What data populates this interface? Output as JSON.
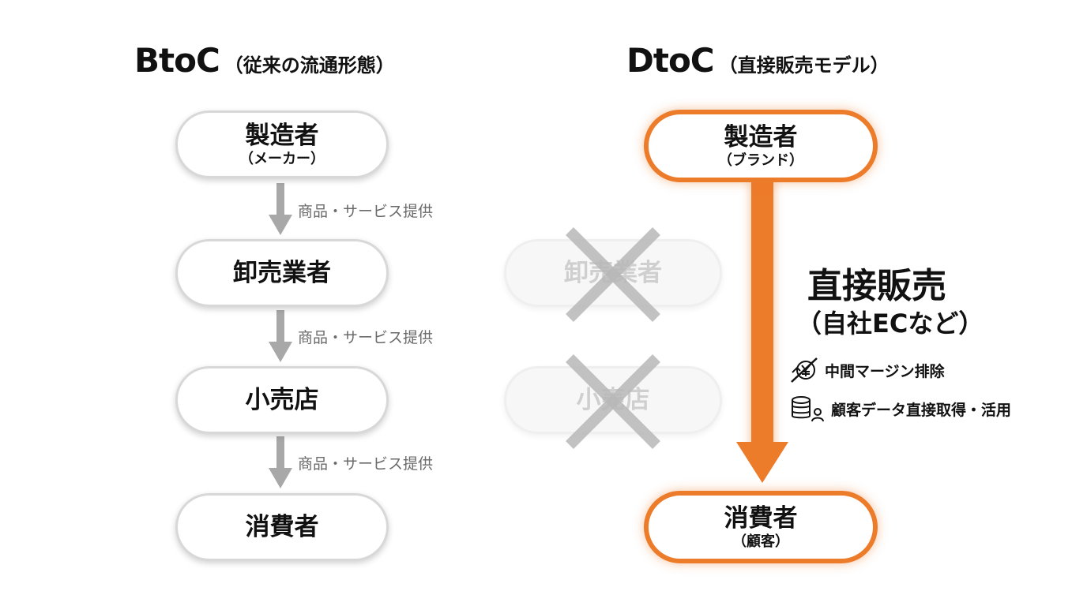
{
  "btoc": {
    "title": "BtoC",
    "subtitle": "（従来の流通形態）",
    "nodes": [
      {
        "label": "製造者",
        "sub": "（メーカー）"
      },
      {
        "label": "卸売業者"
      },
      {
        "label": "小売店"
      },
      {
        "label": "消費者"
      }
    ],
    "flow_label": "商品・サービス提供"
  },
  "dtoc": {
    "title": "DtoC",
    "subtitle": "（直接販売モデル）",
    "top": {
      "label": "製造者",
      "sub": "（ブランド）"
    },
    "removed": [
      "卸売業者",
      "小売店"
    ],
    "bottom": {
      "label": "消費者",
      "sub": "（顧客）"
    },
    "direct_sales": "直接販売",
    "direct_sales_sub": "（自社ECなど）",
    "benefits": [
      {
        "icon": "no-margin-icon",
        "text": "中間マージン排除"
      },
      {
        "icon": "database-user-icon",
        "text": "顧客データ直接取得・活用"
      }
    ]
  },
  "colors": {
    "accent": "#ec7b2a",
    "gray_arrow": "#a8a8a8",
    "gray_border": "#d8d8d8",
    "faded_cross": "#b8b8b8"
  }
}
